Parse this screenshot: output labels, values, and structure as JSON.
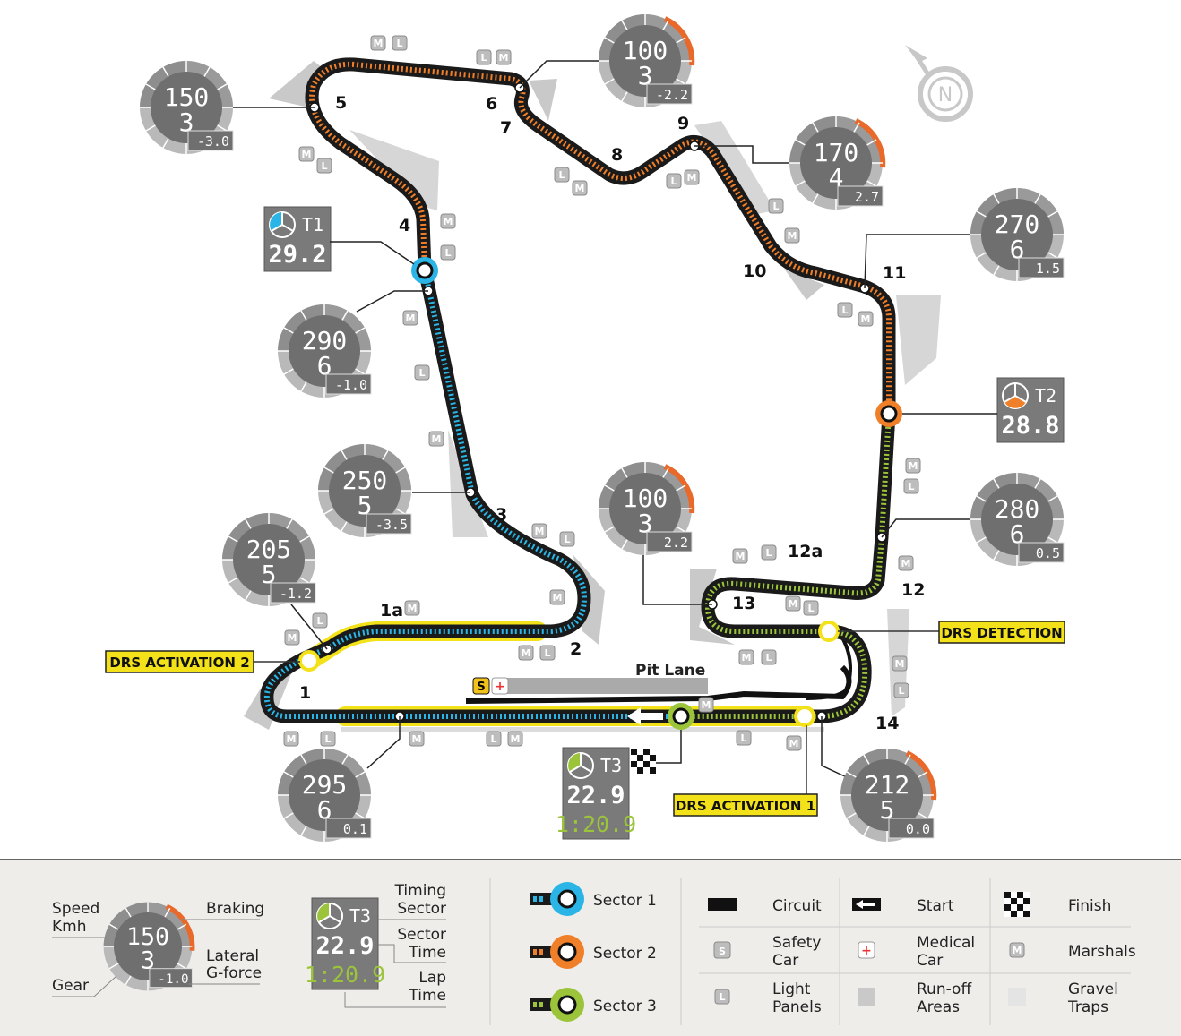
{
  "colors": {
    "sector1": "#2ab5e6",
    "sector2": "#f07f2a",
    "sector3": "#9bc43a",
    "drs": "#f3e21a",
    "braking": "#e8692a",
    "gauge_dark": "#6f6f6f",
    "gauge_light": "#b9b9b9"
  },
  "turns": [
    "1",
    "1a",
    "2",
    "3",
    "4",
    "5",
    "6",
    "7",
    "8",
    "9",
    "10",
    "11",
    "12",
    "12a",
    "13",
    "14"
  ],
  "pit_lane": "Pit Lane",
  "drs": {
    "activation_1": "DRS ACTIVATION 1",
    "activation_2": "DRS ACTIVATION 2",
    "detection": "DRS DETECTION"
  },
  "markers": {
    "marshal": "M",
    "light": "L",
    "safety_car": "S",
    "medical": "+"
  },
  "compass": "N",
  "gauges": [
    {
      "speed": "150",
      "gear": "3",
      "g": "-3.0",
      "braking": false
    },
    {
      "speed": "100",
      "gear": "3",
      "g": "-2.2",
      "braking": true
    },
    {
      "speed": "170",
      "gear": "4",
      "g": "2.7",
      "braking": true
    },
    {
      "speed": "270",
      "gear": "6",
      "g": "1.5",
      "braking": false
    },
    {
      "speed": "290",
      "gear": "6",
      "g": "-1.0",
      "braking": false
    },
    {
      "speed": "250",
      "gear": "5",
      "g": "-3.5",
      "braking": false
    },
    {
      "speed": "205",
      "gear": "5",
      "g": "-1.2",
      "braking": false
    },
    {
      "speed": "100",
      "gear": "3",
      "g": "2.2",
      "braking": true
    },
    {
      "speed": "280",
      "gear": "6",
      "g": "0.5",
      "braking": false
    },
    {
      "speed": "295",
      "gear": "6",
      "g": "0.1",
      "braking": false
    },
    {
      "speed": "212",
      "gear": "5",
      "g": "0.0",
      "braking": true
    }
  ],
  "timing": [
    {
      "sector": "T1",
      "time": "29.2",
      "lap": ""
    },
    {
      "sector": "T2",
      "time": "28.8",
      "lap": ""
    },
    {
      "sector": "T3",
      "time": "22.9",
      "lap": "1:20.9"
    }
  ],
  "legend": {
    "gauge": {
      "speed": "150",
      "gear": "3",
      "g": "-1.0",
      "speed_label_1": "Speed",
      "speed_label_2": "Kmh",
      "gear_label": "Gear",
      "braking_label": "Braking",
      "lateral_1": "Lateral",
      "lateral_2": "G-force"
    },
    "timing": {
      "sector": "T3",
      "time": "22.9",
      "lap": "1:20.9",
      "timing_1": "Timing",
      "timing_2": "Sector",
      "sector_1": "Sector",
      "sector_2": "Time",
      "lap_1": "Lap",
      "lap_2": "Time"
    },
    "sectors": [
      "Sector 1",
      "Sector 2",
      "Sector 3"
    ],
    "items": [
      [
        "Circuit"
      ],
      [
        "Start"
      ],
      [
        "Finish"
      ],
      [
        "Safety",
        "Car"
      ],
      [
        "Medical",
        "Car"
      ],
      [
        "Marshals"
      ],
      [
        "Light",
        "Panels"
      ],
      [
        "Run-off",
        "Areas"
      ],
      [
        "Gravel",
        "Traps"
      ]
    ]
  }
}
